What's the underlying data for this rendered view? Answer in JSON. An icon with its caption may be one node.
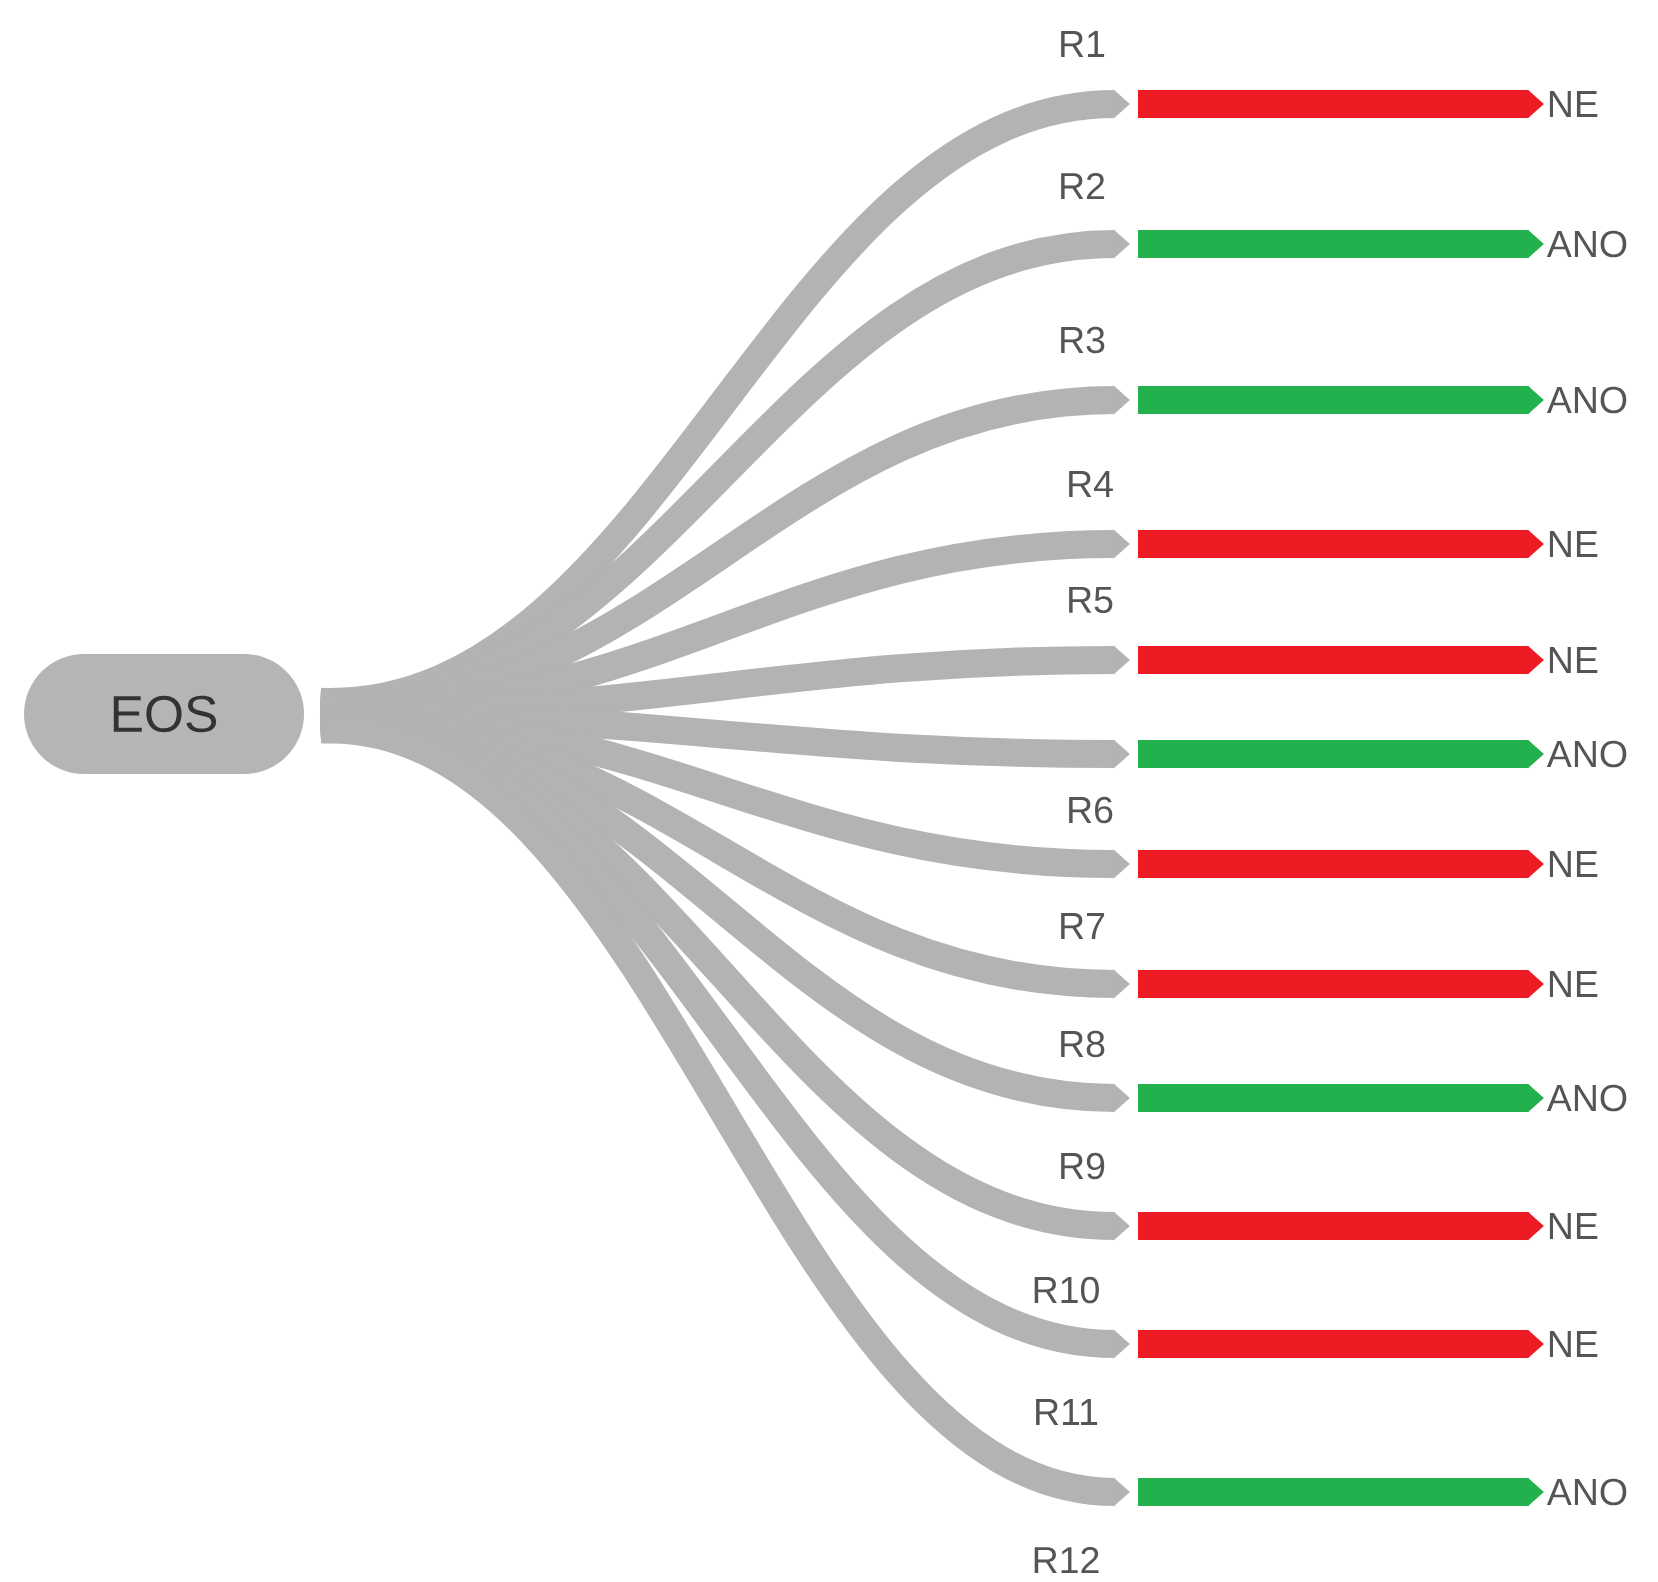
{
  "diagram": {
    "nodes": [
      {
        "text": [
          "EOS"
        ]
      },
      {
        "text": [
          "NE"
        ]
      },
      {
        "text": [
          "ANO"
        ]
      },
      {
        "text": [
          "ANO"
        ]
      },
      {
        "text": [
          "NE"
        ]
      },
      {
        "text": [
          "NE"
        ]
      },
      {
        "text": [
          "ANO"
        ]
      },
      {
        "text": [
          "NE"
        ]
      },
      {
        "text": [
          "NE"
        ]
      },
      {
        "text": [
          "ANO"
        ]
      },
      {
        "text": [
          "NE"
        ]
      },
      {
        "text": [
          "NE"
        ]
      },
      {
        "text": [
          "ANO"
        ]
      }
    ],
    "edges": [
      {
        "from": 0,
        "to": null,
        "arrow": "to",
        "color": "#b3b3b3"
      },
      {
        "from": 0,
        "to": null,
        "arrow": "to",
        "color": "#b3b3b3"
      },
      {
        "from": 0,
        "to": null,
        "arrow": "to",
        "color": "#b3b3b3"
      },
      {
        "from": 0,
        "to": null,
        "arrow": "to",
        "color": "#b3b3b3"
      },
      {
        "from": 0,
        "to": null,
        "arrow": "to",
        "color": "#b3b3b3"
      },
      {
        "from": 0,
        "to": null,
        "arrow": "to",
        "color": "#b3b3b3"
      },
      {
        "from": 0,
        "to": null,
        "arrow": "to",
        "color": "#b3b3b3"
      },
      {
        "from": 0,
        "to": null,
        "arrow": "to",
        "color": "#b3b3b3"
      },
      {
        "from": 0,
        "to": null,
        "arrow": "to",
        "color": "#b3b3b3"
      },
      {
        "from": 0,
        "to": null,
        "arrow": "to",
        "color": "#b3b3b3"
      },
      {
        "from": 0,
        "to": null,
        "arrow": "to",
        "color": "#b3b3b3"
      },
      {
        "from": 0,
        "to": null,
        "arrow": "to",
        "color": "#b3b3b3"
      },
      {
        "from": null,
        "to": 1,
        "arrow": "to",
        "color": "#ed1c24"
      },
      {
        "from": null,
        "to": 2,
        "arrow": "to",
        "color": "#22b14c"
      },
      {
        "from": null,
        "to": 3,
        "arrow": "to",
        "color": "#22b14c"
      },
      {
        "from": null,
        "to": 4,
        "arrow": "to",
        "color": "#ed1c24"
      },
      {
        "from": null,
        "to": 5,
        "arrow": "to",
        "color": "#ed1c24"
      },
      {
        "from": null,
        "to": 6,
        "arrow": "to",
        "color": "#22b14c"
      },
      {
        "from": null,
        "to": 7,
        "arrow": "to",
        "color": "#ed1c24"
      },
      {
        "from": null,
        "to": 8,
        "arrow": "to",
        "color": "#ed1c24"
      },
      {
        "from": null,
        "to": 9,
        "arrow": "to",
        "color": "#22b14c"
      },
      {
        "from": null,
        "to": 10,
        "arrow": "to",
        "color": "#ed1c24"
      },
      {
        "from": null,
        "to": 11,
        "arrow": "to",
        "color": "#ed1c24"
      },
      {
        "from": null,
        "to": 12,
        "arrow": "to",
        "color": "#22b14c"
      }
    ],
    "labels": [
      "R1",
      "R2",
      "R3",
      "R4",
      "R5",
      "R6",
      "R7",
      "R8",
      "R9",
      "R10",
      "R11",
      "R12"
    ]
  }
}
